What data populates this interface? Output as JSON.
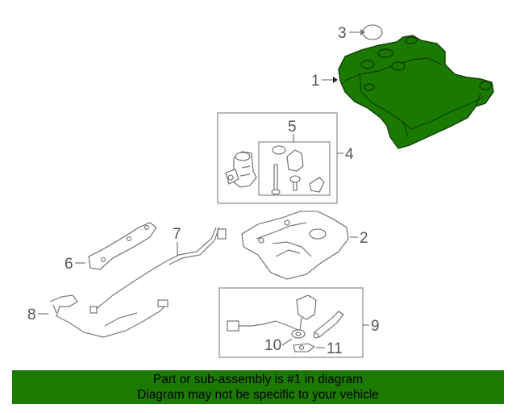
{
  "callouts": {
    "c1": "1",
    "c2": "2",
    "c3": "3",
    "c4": "4",
    "c5": "5",
    "c6": "6",
    "c7": "7",
    "c8": "8",
    "c9": "9",
    "c10": "10",
    "c11": "11"
  },
  "banner": {
    "line1": "Part or sub-assembly is #1 in diagram",
    "line2": "Diagram may not be specific to your vehicle"
  },
  "colors": {
    "highlight": "#1a7a00",
    "banner": "#1d7a00"
  }
}
